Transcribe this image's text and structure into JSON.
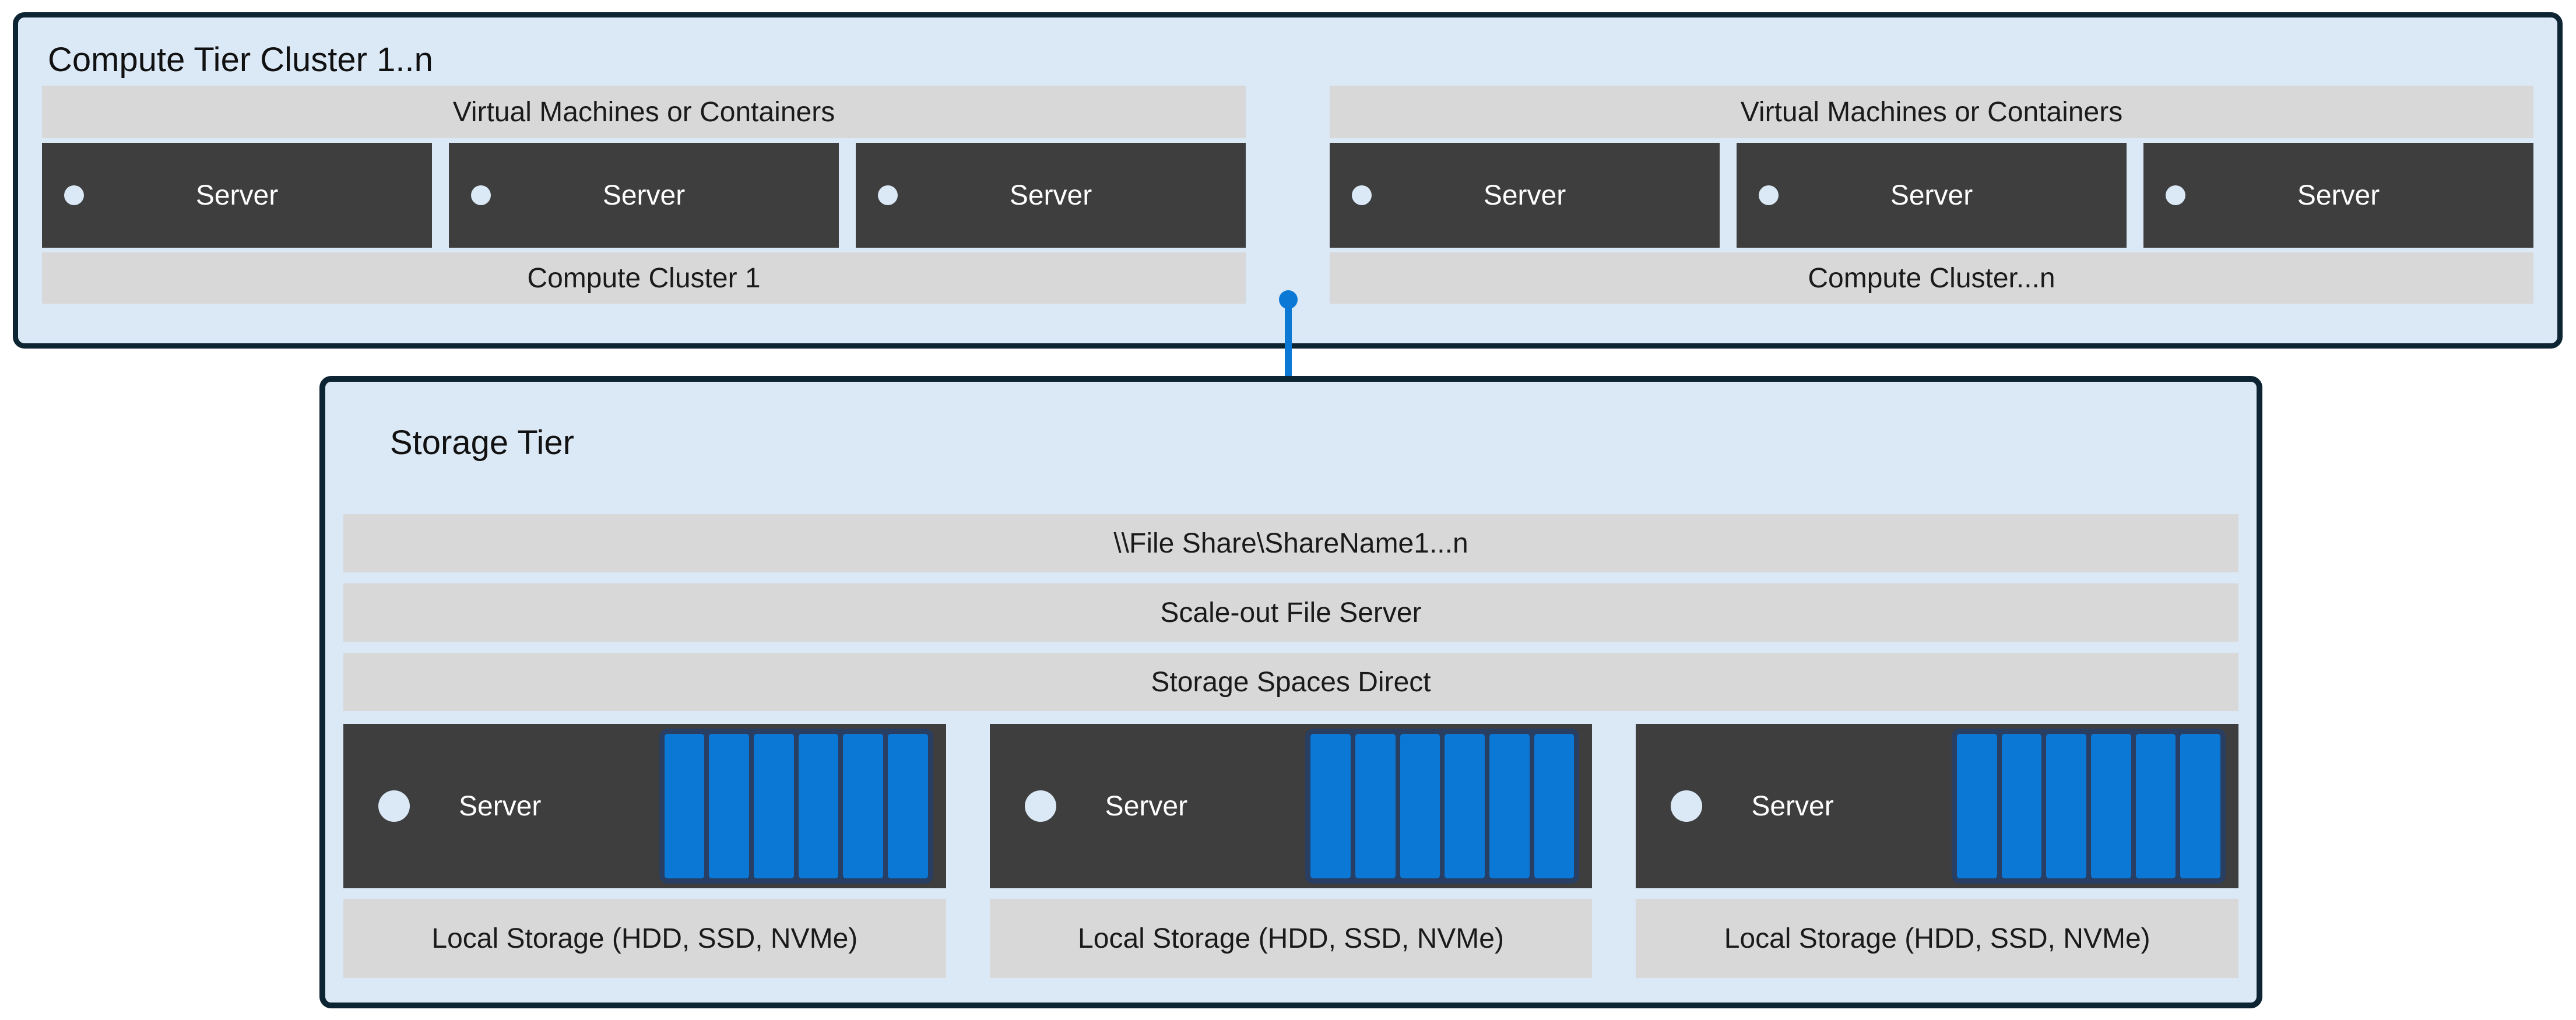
{
  "colors": {
    "canvas_bg": "#ffffff",
    "tier_bg": "#dbe8f6",
    "tier_border": "#0d2433",
    "bar_bg": "#d8d8d8",
    "server_bg": "#3e3e3e",
    "accent_blue": "#0b78d6",
    "disk_frame_navy": "#283e62",
    "text_dark": "#1a1a1a",
    "text_light": "#ffffff"
  },
  "icons": {
    "folder": "folder-icon",
    "server_led": "led-dot-icon",
    "disk": "disk-icon",
    "connector": "connector-line"
  },
  "compute_tier": {
    "title": "Compute Tier Cluster 1..n",
    "clusters": [
      {
        "top_label": "Virtual Machines or Containers",
        "servers": [
          "Server",
          "Server",
          "Server"
        ],
        "bottom_label": "Compute Cluster 1"
      },
      {
        "top_label": "Virtual Machines or Containers",
        "servers": [
          "Server",
          "Server",
          "Server"
        ],
        "bottom_label": "Compute Cluster...n"
      }
    ]
  },
  "storage_tier": {
    "title": "Storage Tier",
    "bars": [
      "\\\\File Share\\ShareName1...n",
      "Scale-out File Server",
      "Storage Spaces Direct"
    ],
    "nodes": [
      {
        "server_label": "Server",
        "disk_count": 6,
        "local_storage_label": "Local Storage (HDD, SSD, NVMe)"
      },
      {
        "server_label": "Server",
        "disk_count": 6,
        "local_storage_label": "Local Storage (HDD, SSD, NVMe)"
      },
      {
        "server_label": "Server",
        "disk_count": 6,
        "local_storage_label": "Local Storage (HDD, SSD, NVMe)"
      }
    ]
  }
}
